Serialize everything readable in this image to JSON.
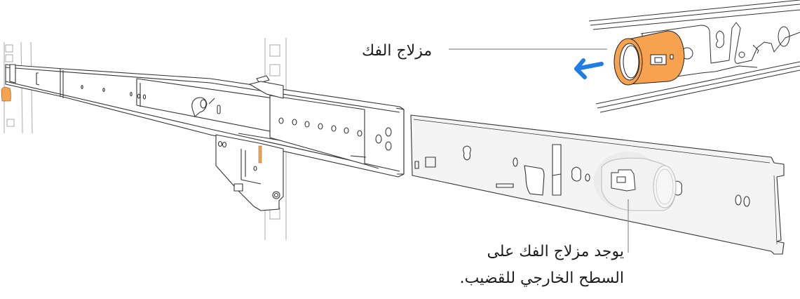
{
  "callouts": {
    "release_latch": {
      "label": "مزلاج الفك"
    },
    "location_note": {
      "line1": "يوجد مزلاج الفك على",
      "line2": "السطح الخارجي للقضيب."
    }
  },
  "colors": {
    "latch_orange": "#f7a24f",
    "arrow_blue": "#1e7ee6",
    "line_art": "#333333",
    "leader_line": "#8e8e93",
    "rail_fill": "#f4f4f4",
    "background": "#ffffff"
  },
  "illustration": {
    "parts": [
      "rack-post-left",
      "rack-post-right",
      "extended-slide-rail",
      "rear-mounting-bracket",
      "detached-inner-rail",
      "release-latch-detail-inset",
      "pull-direction-arrow"
    ]
  }
}
